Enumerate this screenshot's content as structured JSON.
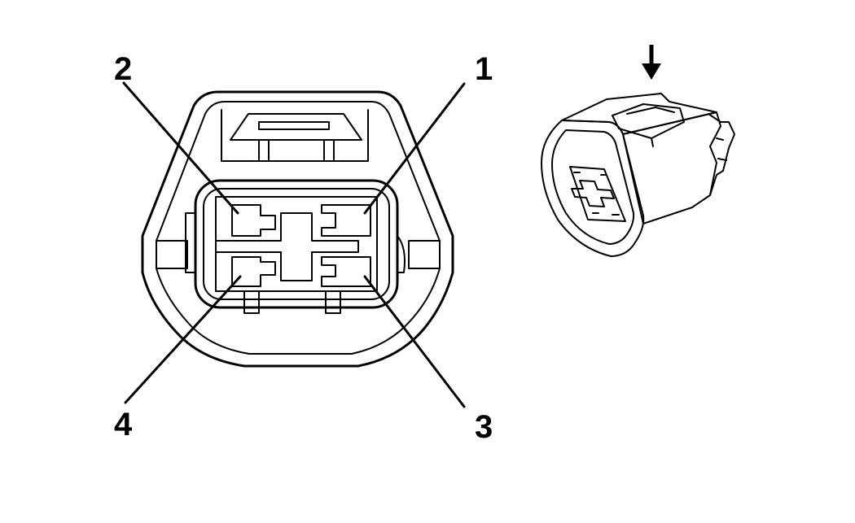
{
  "pins": [
    {
      "id": "2",
      "label": "2"
    },
    {
      "id": "1",
      "label": "1"
    },
    {
      "id": "4",
      "label": "4"
    },
    {
      "id": "3",
      "label": "3"
    }
  ],
  "view_direction_icon": "down-arrow-icon",
  "colors": {
    "line": "#000000",
    "background": "#ffffff"
  }
}
